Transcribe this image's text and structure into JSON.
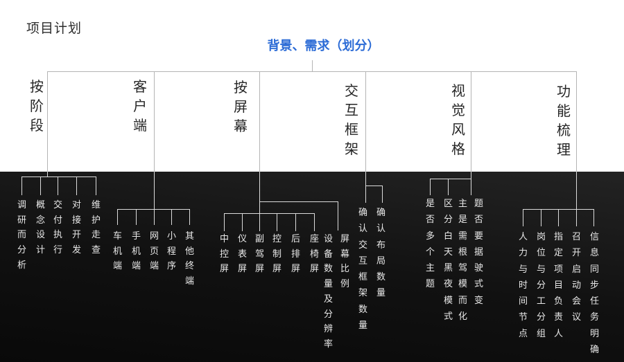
{
  "title": "项目计划",
  "root": {
    "label": "背景、需求（划分）"
  },
  "branches": [
    {
      "label": "按阶段",
      "children": [
        {
          "label": "调研而分析"
        },
        {
          "label": "概念设计"
        },
        {
          "label": "交付执行"
        },
        {
          "label": "对接开发"
        },
        {
          "label": "维护走查"
        }
      ]
    },
    {
      "label": "客户端",
      "children": [
        {
          "label": "车机端"
        },
        {
          "label": "手机端"
        },
        {
          "label": "网页端"
        },
        {
          "label": "小程序"
        },
        {
          "label": "其他终端"
        }
      ]
    },
    {
      "label": "按屏幕",
      "children": [
        {
          "label": "中控屏"
        },
        {
          "label": "仪表屏"
        },
        {
          "label": "副驾屏"
        },
        {
          "label": "控制屏"
        },
        {
          "label": "后排屏"
        },
        {
          "label": "座椅屏"
        },
        {
          "label": "屏幕比例 设备数量及分辨率",
          "columns": [
            "设备数量及分辨率",
            "屏幕比例"
          ]
        }
      ]
    },
    {
      "label": "交互框架",
      "children": [
        {
          "label": "确认交互框架数量"
        },
        {
          "label": "确认布局数量"
        }
      ]
    },
    {
      "label": "视觉风格",
      "children": [
        {
          "label": "是否多个主题"
        },
        {
          "label": "区分白天黑夜模式"
        },
        {
          "label": "主题是否需要根据驾驶模式而变化",
          "columns": [
            "主是需根驾模而化",
            "题否要据驶式变"
          ]
        }
      ]
    },
    {
      "label": "功能梳理",
      "children": [
        {
          "label": "人力与时间节点"
        },
        {
          "label": "岗位与分工分组"
        },
        {
          "label": "指定项目负责人"
        },
        {
          "label": "召开启动会议"
        },
        {
          "label": "信息同步任务明确"
        }
      ]
    }
  ],
  "colors": {
    "root_accent": "#2b6bd6",
    "background_top": "#ffffff",
    "background_bottom": "#0d0d0d",
    "line_on_white": "#b4b4b4",
    "line_on_black": "#dcdcdc",
    "branch_text": "#262626",
    "child_text": "#e8e8e8"
  }
}
